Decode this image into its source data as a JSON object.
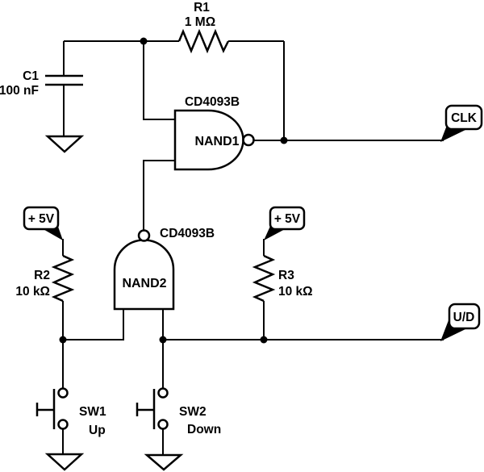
{
  "schematic": {
    "background_color": "#ffffff",
    "line_color": "#000000",
    "r1": {
      "name": "R1",
      "value": "1 MΩ"
    },
    "c1": {
      "name": "C1",
      "value": "100 nF"
    },
    "r2": {
      "name": "R2",
      "value": "10 kΩ"
    },
    "r3": {
      "name": "R3",
      "value": "10 kΩ"
    },
    "nand1": {
      "part": "CD4093B",
      "label": "NAND1"
    },
    "nand2": {
      "part": "CD4093B",
      "label": "NAND2"
    },
    "sw1": {
      "name": "SW1",
      "caption": "Up"
    },
    "sw2": {
      "name": "SW2",
      "caption": "Down"
    },
    "supply_left": {
      "label": "+ 5V"
    },
    "supply_right": {
      "label": "+ 5V"
    },
    "terminal_clk": {
      "label": "CLK"
    },
    "terminal_ud": {
      "label": "U/D"
    }
  }
}
